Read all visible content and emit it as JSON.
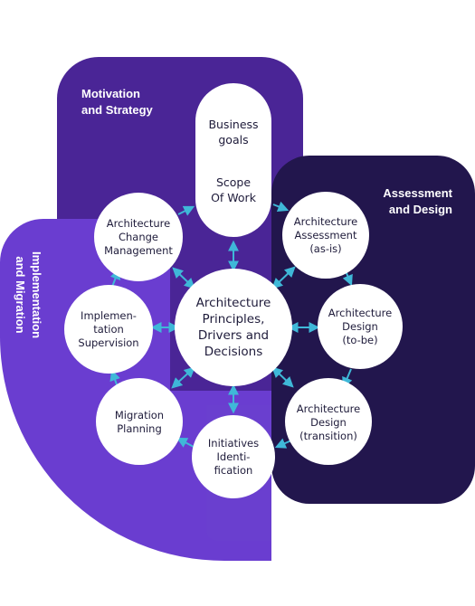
{
  "regions": {
    "motivation": {
      "label": "Motivation\nand Strategy"
    },
    "assessment": {
      "label": "Assessment\nand Design"
    },
    "implementation": {
      "label": "Implementation\nand Migration"
    }
  },
  "nodes": {
    "business_goals": {
      "label": "Business\ngoals"
    },
    "scope_of_work": {
      "label": "Scope\nOf Work"
    },
    "center": {
      "label": "Architecture\nPrinciples,\nDrivers and\nDecisions"
    },
    "change_management": {
      "label": "Architecture\nChange\nManagement"
    },
    "assessment_as_is": {
      "label": "Architecture\nAssessment\n(as-is)"
    },
    "design_to_be": {
      "label": "Architecture\nDesign\n(to-be)"
    },
    "design_transition": {
      "label": "Architecture\nDesign\n(transition)"
    },
    "initiatives": {
      "label": "Initiatives\nIdenti-\nfication"
    },
    "migration_planning": {
      "label": "Migration\nPlanning"
    },
    "implementation_supervision": {
      "label": "Implemen-\ntation\nSupervision"
    }
  },
  "colors": {
    "motivation": "#4a2596",
    "assessment": "#22164d",
    "implementation": "#6a3dd0",
    "implementation_lobe": "#6a3fcf",
    "arrow": "#3fb8d8",
    "node_fill": "#ffffff",
    "text": "#1e1b3a"
  }
}
